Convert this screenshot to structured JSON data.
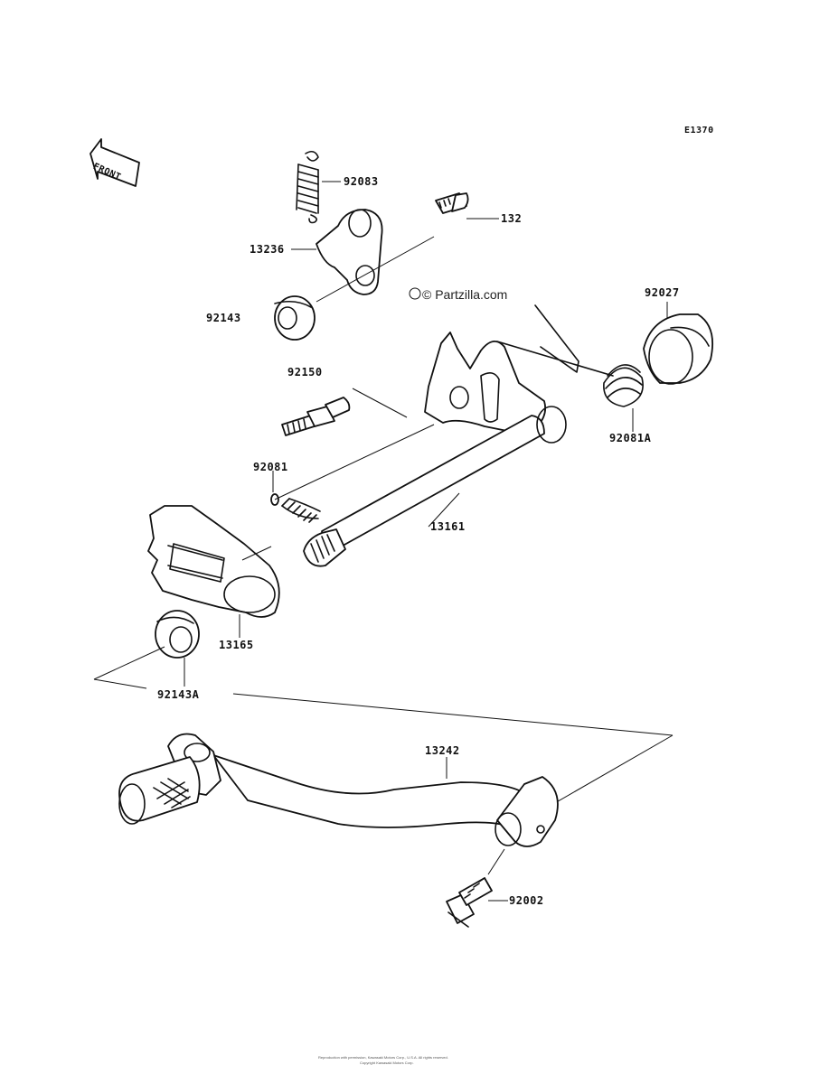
{
  "diagram_code": "E1370",
  "front_label": "FRONT",
  "watermark": "© Partzilla.com",
  "parts": {
    "p92083": "92083",
    "p132": "132",
    "p13236": "13236",
    "p92143": "92143",
    "p92027": "92027",
    "p92150": "92150",
    "p92081A": "92081A",
    "p92081": "92081",
    "p13161": "13161",
    "p13165": "13165",
    "p92143A": "92143A",
    "p13242": "13242",
    "p92002": "92002"
  },
  "footer": {
    "line1": "Reproduction with permission, Kawasaki Motors Corp., U.S.A. All rights reserved.",
    "line2": "Copyright Kawasaki Motors Corp."
  }
}
